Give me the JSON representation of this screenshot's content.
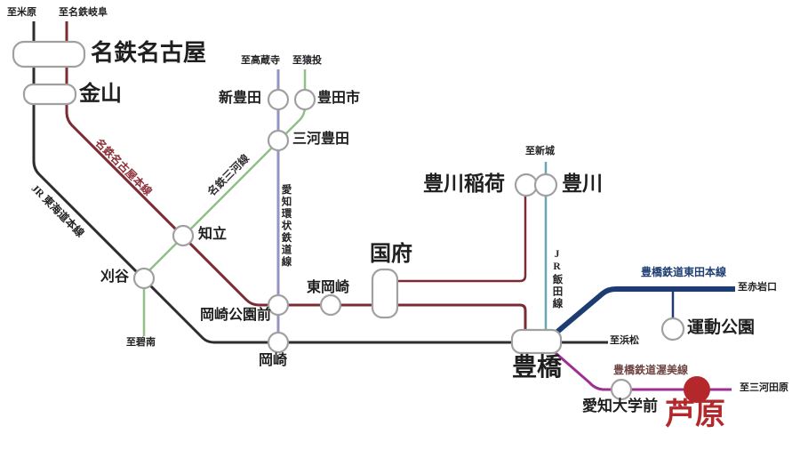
{
  "colors": {
    "jr_black": "#2d2d2d",
    "meitetsu_red": "#7c2b33",
    "mikawa_green": "#90bf88",
    "loop_purple": "#9593c4",
    "iida_teal": "#68a6b2",
    "azumada_navy": "#1d3d72",
    "atsumi_purple": "#9c3093",
    "highlight_red": "#b4282c",
    "station_stroke": "#a0a0a0",
    "text_dark": "#1f1f1f"
  },
  "lines": {
    "jr_tokaido": {
      "name": "JR 東海道本線",
      "color": "#2d2d2d",
      "label_color": "#222222"
    },
    "meitetsu_honsen": {
      "name": "名鉄名古屋本線",
      "color": "#7c2b33",
      "label_color": "#8d2e38"
    },
    "meitetsu_mikawa": {
      "name": "名鉄三河線",
      "color": "#90bf88",
      "label_color": "#333333"
    },
    "aichi_kanjo": {
      "name": "愛知環状鉄道線",
      "color": "#9593c4",
      "label_color": "#222222"
    },
    "jr_iida": {
      "name": "JR飯田線",
      "color": "#68a6b2",
      "label_color": "#222222"
    },
    "toyotetsu_azumada": {
      "name": "豊橋鉄道東田本線",
      "color": "#1d3d72",
      "label_color": "#1d3d72"
    },
    "toyotetsu_atsumi": {
      "name": "豊橋鉄道渥美線",
      "color": "#9c3093",
      "label_color": "#6e4444"
    },
    "meitetsu_toyokawa": {
      "name": "",
      "color": "#7c2b33",
      "label_color": "#7c2b33"
    }
  },
  "stations": {
    "meitetsu_nagoya": "名鉄名古屋",
    "kanayama": "金山",
    "shin_toyota": "新豊田",
    "toyotashi": "豊田市",
    "mikawa_toyota": "三河豊田",
    "chiryu": "知立",
    "kariya": "刈谷",
    "higashi_okazaki": "東岡崎",
    "okazaki_koen_mae": "岡崎公園前",
    "okazaki": "岡崎",
    "ko": "国府",
    "toyokawa_inari": "豊川稲荷",
    "toyokawa": "豊川",
    "toyohashi": "豊橋",
    "undo_koen": "運動公園",
    "aichi_daigaku_mae": "愛知大学前",
    "ashihara": "芦原"
  },
  "terminals": {
    "maibara": "至米原",
    "meitetsu_gifu": "至名鉄岐阜",
    "kozoji": "至高蔵寺",
    "sanage": "至猿投",
    "shinshiro": "至新城",
    "akaiwaguchi": "至赤岩口",
    "hamamatsu": "至浜松",
    "hekinan": "至碧南",
    "mikawa_tahara": "至三河田原"
  }
}
